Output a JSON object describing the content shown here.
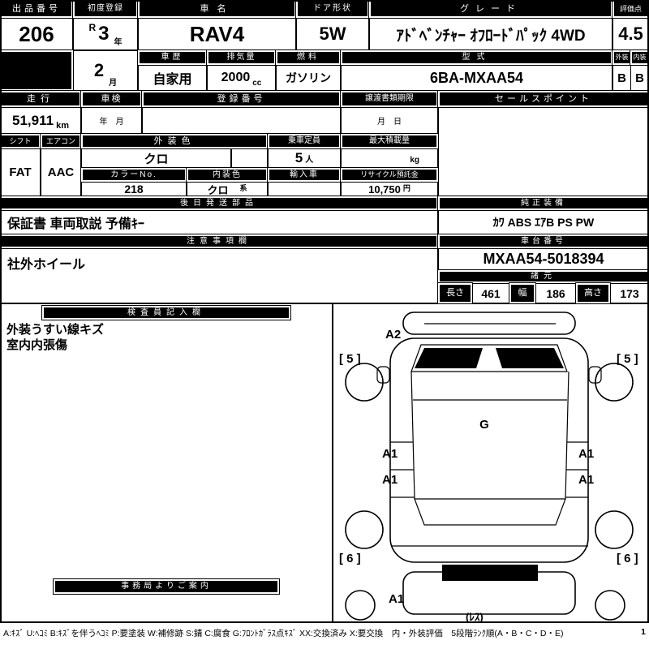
{
  "header": {
    "lot": {
      "label": "出品番号",
      "value": "206"
    },
    "first_registration": {
      "label": "初度登録",
      "era": "R",
      "year": "3",
      "year_unit": "年",
      "month": "2",
      "month_unit": "月"
    },
    "car_name": {
      "label": "車名",
      "value": "RAV4"
    },
    "door_shape": {
      "label": "ドア形状",
      "value": "5W"
    },
    "grade": {
      "label": "グレード",
      "value": "ｱﾄﾞﾍﾞﾝﾁｬｰ ｵﾌﾛｰﾄﾞﾊﾟｯｸ 4WD"
    },
    "score": {
      "label": "評価点",
      "value": "4.5"
    },
    "history": {
      "label": "車歴",
      "value": "自家用"
    },
    "displacement": {
      "label": "排気量",
      "value": "2000",
      "unit": "cc"
    },
    "fuel": {
      "label": "燃料",
      "value": "ガソリン"
    },
    "model_code": {
      "label": "型式",
      "value": "6BA-MXAA54"
    },
    "exterior_grade": {
      "label": "外装",
      "value": "B"
    },
    "interior_grade": {
      "label": "内装",
      "value": "B"
    }
  },
  "status": {
    "mileage": {
      "label": "走行",
      "value": "51,911",
      "unit": "km"
    },
    "inspection": {
      "label": "車検",
      "value": "年　月"
    },
    "registration_no": {
      "label": "登録番号",
      "value": ""
    },
    "transfer_deadline": {
      "label": "譲渡書類期限",
      "value": "月　日"
    },
    "sales_point": {
      "label": "セールスポイント",
      "value": ""
    },
    "shift": {
      "label": "シフト",
      "value": "FAT"
    },
    "aircon": {
      "label": "エアコン",
      "value": "AAC"
    },
    "exterior_color": {
      "label": "外装色",
      "value": "クロ"
    },
    "capacity": {
      "label": "乗車定員",
      "value": "5",
      "unit": "人"
    },
    "max_load": {
      "label": "最大積載量",
      "value": "",
      "unit": "kg"
    },
    "color_no": {
      "label": "カラーNo.",
      "value": "218"
    },
    "interior_color": {
      "label": "内装色",
      "value": "クロ",
      "unit": "系"
    },
    "imported": {
      "label": "輸入車",
      "value": ""
    },
    "recycle_deposit": {
      "label": "リサイクル預託金",
      "value": "10,750",
      "unit": "円"
    }
  },
  "parts": {
    "later_shipping": {
      "label": "後日発送部品",
      "value": "保証書 車両取説 予備ｷｰ"
    },
    "oem_equipment": {
      "label": "純正装備",
      "value": "ｶﾜ ABS ｴｱB PS PW"
    }
  },
  "notes": {
    "caution": {
      "label": "注意事項欄",
      "value": "社外ホイール"
    },
    "chassis_no": {
      "label": "車台番号",
      "value": "MXAA54-5018394"
    },
    "dimensions": {
      "label": "諸元",
      "length_label": "長さ",
      "length": "461",
      "width_label": "幅",
      "width": "186",
      "height_label": "高さ",
      "height": "173"
    }
  },
  "inspector": {
    "label": "検査員記入欄",
    "line1": "外装うすい線キズ",
    "line2": "室内内張傷",
    "office_label": "事務局よりご案内"
  },
  "diagram": {
    "a2": "A2",
    "five_left": "[ 5 ]",
    "five_right": "[ 5 ]",
    "g": "G",
    "a1_front_left": "A1",
    "a1_front_right": "A1",
    "a1_rear_left": "A1",
    "a1_rear_right": "A1",
    "six_left": "[ 6 ]",
    "six_right": "[ 6 ]",
    "a1_back": "A1",
    "less": "(ﾚｽ)"
  },
  "footer": {
    "legend": "A:ｷｽﾞ U:ﾍｺﾐ B:ｷｽﾞを伴うﾍｺﾐ P:要塗装 W:補修跡 S:錆 C:腐食 G:ﾌﾛﾝﾄｶﾞﾗｽ点ｷｽﾞ XX:交換済み X:要交換　内・外装評価　5段階ﾗﾝｸ順(A・B・C・D・E)",
    "page": "1"
  }
}
